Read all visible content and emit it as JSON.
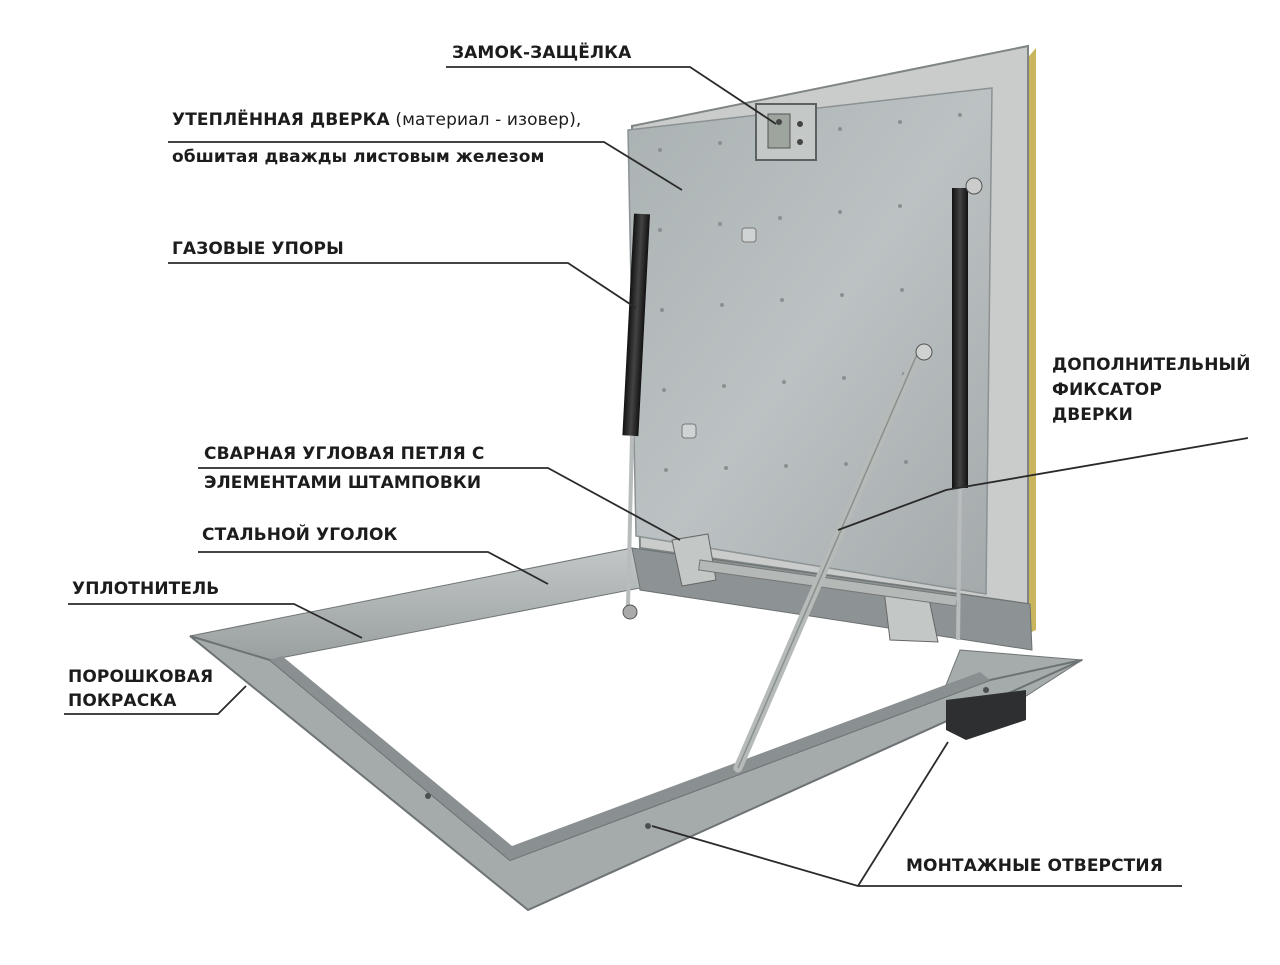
{
  "callouts": {
    "lock": "ЗАМОК-ЗАЩЁЛКА",
    "door_title": "УТЕПЛЁННАЯ ДВЕРКА",
    "door_material": " (материал - изовер),",
    "door_line2": "обшитая дважды листовым железом",
    "gas_struts": "ГАЗОВЫЕ УПОРЫ",
    "fixer_line1": "ДОПОЛНИТЕЛЬНЫЙ",
    "fixer_line2": "ФИКСАТОР",
    "fixer_line3": "ДВЕРКИ",
    "hinge_line1": "СВАРНАЯ УГЛОВАЯ ПЕТЛЯ С",
    "hinge_line2": "ЭЛЕМЕНТАМИ ШТАМПОВКИ",
    "steel_angle": "СТАЛЬНОЙ УГОЛОК",
    "seal": "УПЛОТНИТЕЛЬ",
    "powder_line1": "ПОРОШКОВАЯ",
    "powder_line2": "ПОКРАСКА",
    "mount_holes": "МОНТАЖНЫЕ ОТВЕРСТИЯ"
  },
  "colors": {
    "background": "#ffffff",
    "door_panel": "#b9bfc0",
    "frame": "#9ea3a4",
    "leader_line": "#2a2a2a",
    "gas_strut": "#2c2c2c",
    "seal_yellow": "#c9b867"
  }
}
